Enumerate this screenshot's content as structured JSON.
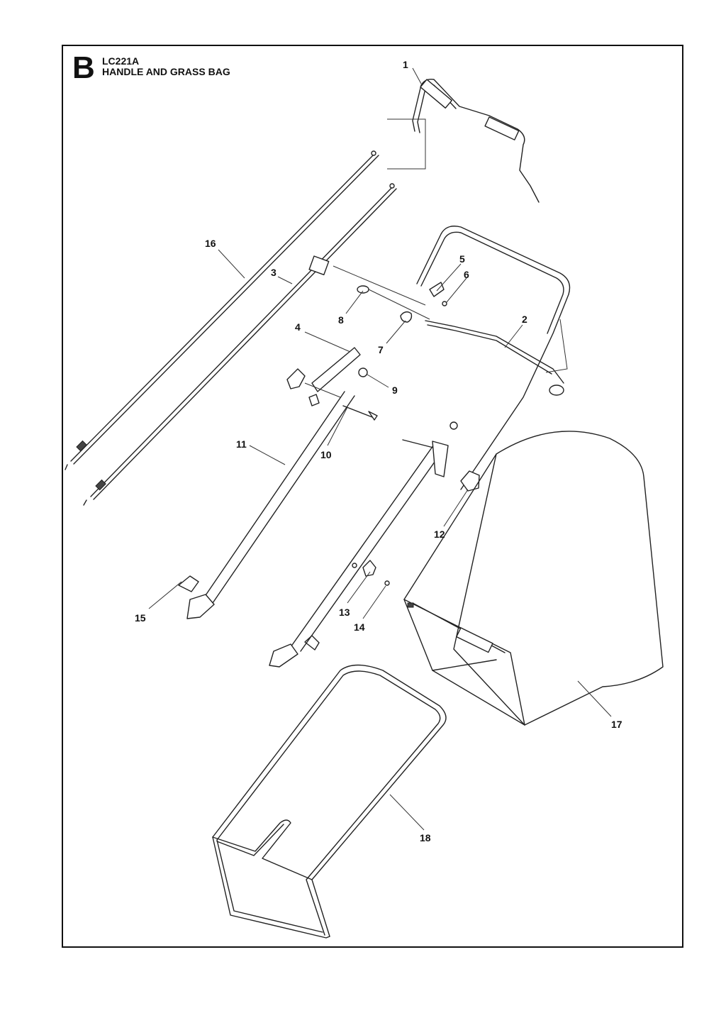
{
  "header": {
    "section_letter": "B",
    "model": "LC221A",
    "title": "HANDLE AND GRASS BAG"
  },
  "callouts": [
    "1",
    "2",
    "3",
    "4",
    "5",
    "6",
    "7",
    "8",
    "9",
    "10",
    "11",
    "12",
    "13",
    "14",
    "15",
    "16",
    "17",
    "18"
  ]
}
